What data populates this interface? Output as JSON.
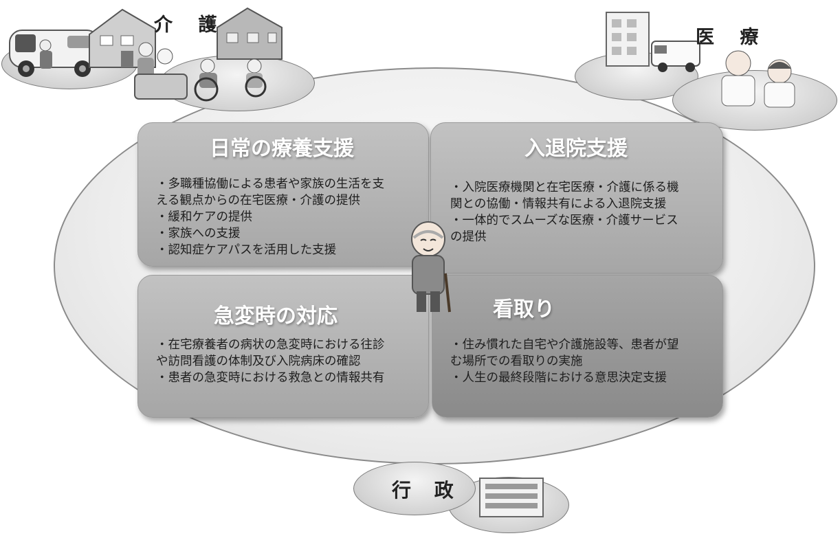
{
  "categories": {
    "care": "介 護",
    "medical": "医 療",
    "administration": "行 政"
  },
  "cards": [
    {
      "title": "日常の療養支援",
      "lines": [
        "・多職種協働による患者や家族の生活を支",
        "える観点からの在宅医療・介護の提供",
        "・緩和ケアの提供",
        "・家族への支援",
        "・認知症ケアパスを活用した支援"
      ]
    },
    {
      "title": "入退院支援",
      "lines": [
        "・入院医療機関と在宅医療・介護に係る機",
        "関との協働・情報共有による入退院支援",
        "・一体的でスムーズな医療・介護サービス",
        "の提供"
      ]
    },
    {
      "title": "急変時の対応",
      "lines": [
        "・在宅療養者の病状の急変時における往診",
        "や訪問看護の体制及び入院病床の確認",
        "・患者の急変時における救急との情報共有"
      ]
    },
    {
      "title": "看取り",
      "lines": [
        "・住み慣れた自宅や介護施設等、患者が望",
        "む場所での看取りの実施",
        "・人生の最終段階における意思決定支援"
      ]
    }
  ],
  "icons": [
    "care-van-icon",
    "house-icon",
    "bathing-care-icon",
    "wheelchair-icon",
    "hospital-building-icon",
    "ambulance-icon",
    "doctor-icon",
    "nurse-icon",
    "elderly-person-icon",
    "government-building-icon"
  ]
}
